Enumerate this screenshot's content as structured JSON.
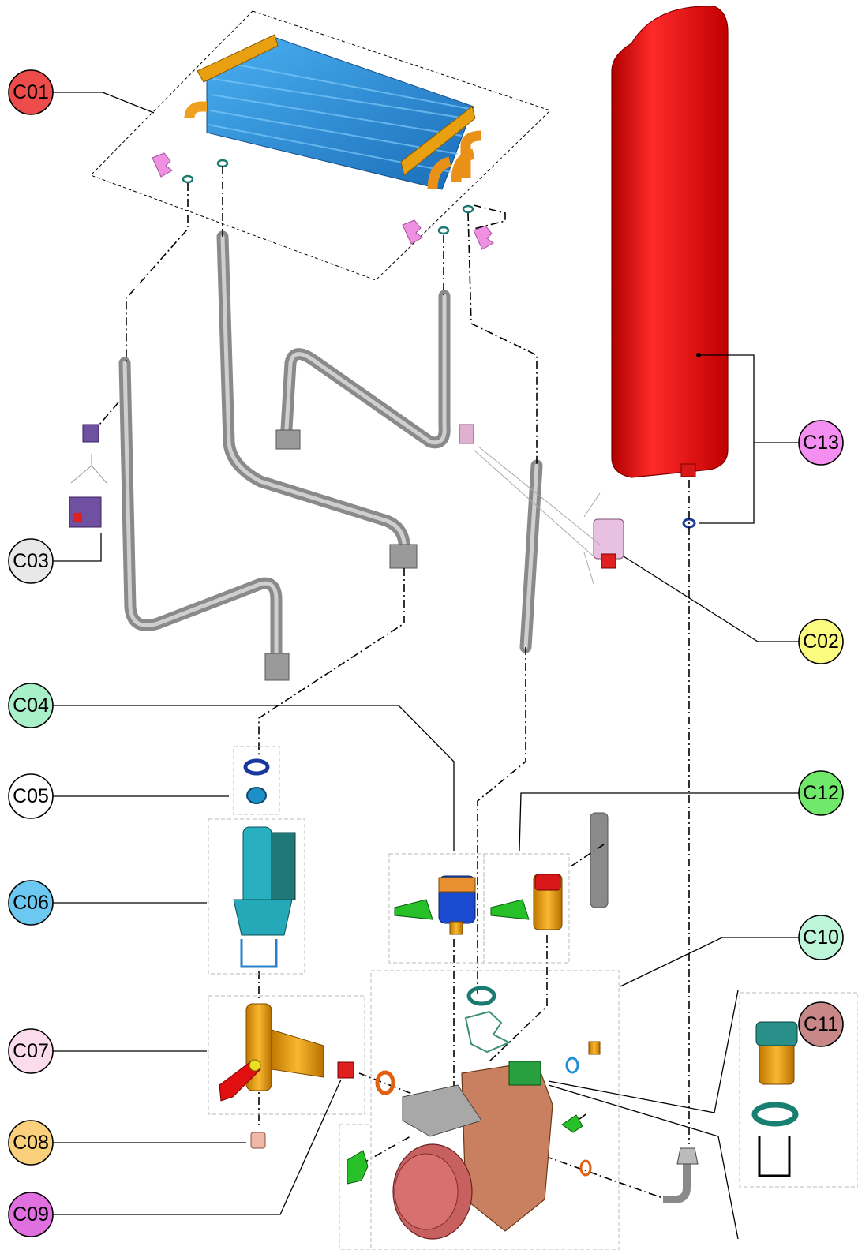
{
  "colors": {
    "C01": "#ee4b4b",
    "C02": "#fbfb80",
    "C03": "#e8e8e8",
    "C04": "#a8f0c8",
    "C05": "#ffffff",
    "C06": "#6cc8f0",
    "C07": "#fadcec",
    "C08": "#fbd07c",
    "C09": "#e070e0",
    "C10": "#bdf5d8",
    "C11": "#c88888",
    "C12": "#70e86a",
    "C13": "#f48ef0",
    "heat_exchanger": "#2a8fd8",
    "expansion_vessel": "#e01010",
    "fittings": "#e8a010",
    "pump_body": "#c87858",
    "pump_motor": "#c86060"
  },
  "callouts": [
    {
      "id": "C01",
      "label": "C01"
    },
    {
      "id": "C02",
      "label": "C02"
    },
    {
      "id": "C03",
      "label": "C03"
    },
    {
      "id": "C04",
      "label": "C04"
    },
    {
      "id": "C05",
      "label": "C05"
    },
    {
      "id": "C06",
      "label": "C06"
    },
    {
      "id": "C07",
      "label": "C07"
    },
    {
      "id": "C08",
      "label": "C08"
    },
    {
      "id": "C09",
      "label": "C09"
    },
    {
      "id": "C10",
      "label": "C10"
    },
    {
      "id": "C11",
      "label": "C11"
    },
    {
      "id": "C12",
      "label": "C12"
    },
    {
      "id": "C13",
      "label": "C13"
    }
  ]
}
